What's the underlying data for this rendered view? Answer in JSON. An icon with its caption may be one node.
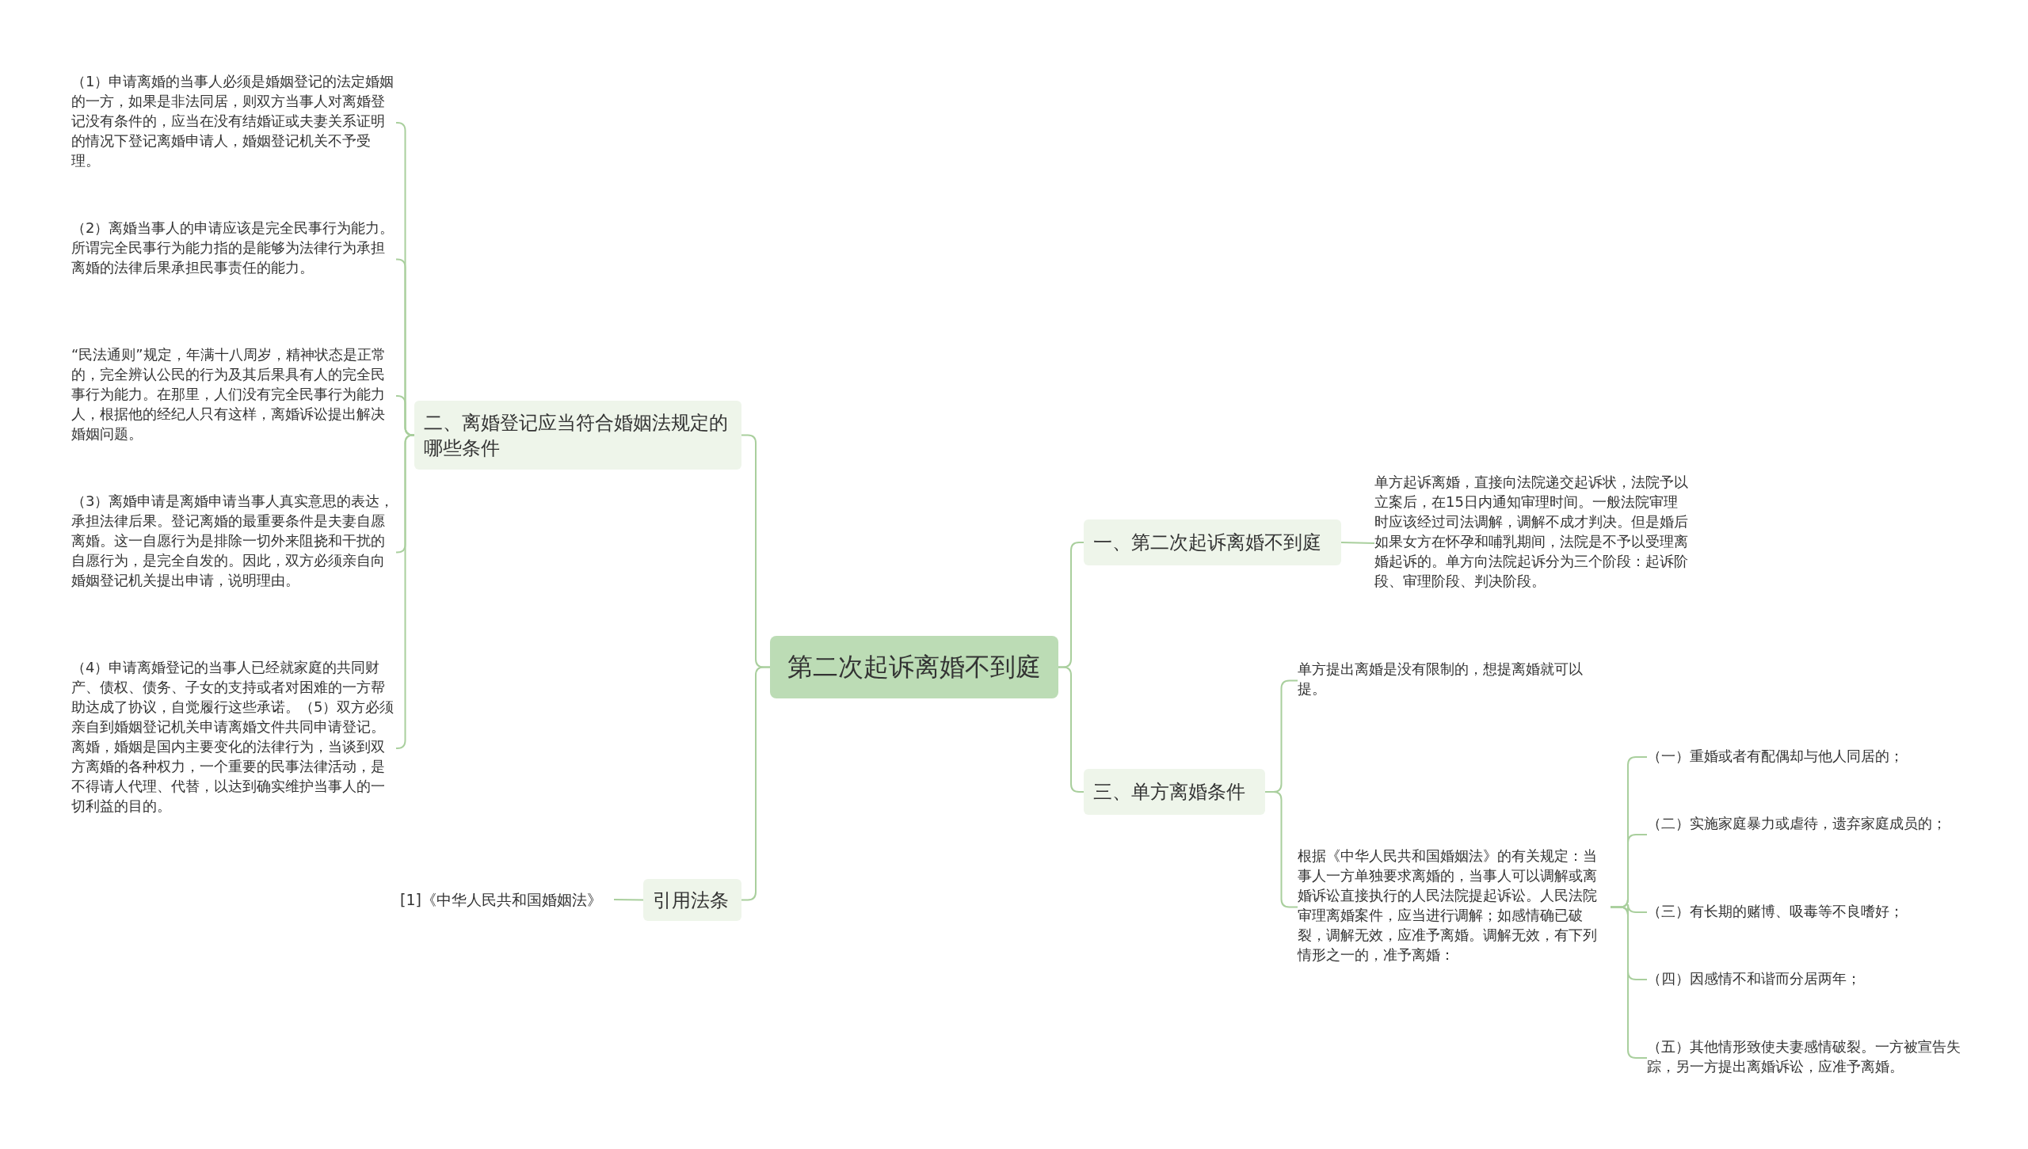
{
  "diagram": {
    "nodes": [
      {
        "text": [
          "第二次起诉离婚不到庭"
        ]
      },
      {
        "text": [
          "二、离婚登记应当符合婚姻法规定的哪些条件"
        ]
      },
      {
        "text": [
          "（1）申请离婚的当事人必须是婚姻登记的法定婚姻的一方，如果是非法同居，则双方当事人对离婚登记没有条件的，应当在没有结婚证或夫妻关系证明的情况下登记离婚申请人，婚姻登记机关不予受理。"
        ]
      },
      {
        "text": [
          "（2）离婚当事人的申请应该是完全民事行为能力。所谓完全民事行为能力指的是能够为法律行为承担离婚的法律后果承担民事责任的能力。"
        ]
      },
      {
        "text": [
          "“民法通则”规定，年满十八周岁，精神状态是正常的，完全辨认公民的行为及其后果具有人的完全民事行为能力。在那里，人们没有完全民事行为能力人，根据他的经纪人只有这样，离婚诉讼提出解决婚姻问题。"
        ]
      },
      {
        "text": [
          "（3）离婚申请是离婚申请当事人真实意思的表达，承担法律后果。登记离婚的最重要条件是夫妻自愿离婚。这一自愿行为是排除一切外来阻挠和干扰的自愿行为，是完全自发的。因此，双方必须亲自向婚姻登记机关提出申请，说明理由。"
        ]
      },
      {
        "text": [
          "（4）申请离婚登记的当事人已经就家庭的共同财产、债权、债务、子女的支持或者对困难的一方帮助达成了协议，自觉履行这些承诺。（5）双方必须亲自到婚姻登记机关申请离婚文件共同申请登记。离婚，婚姻是国内主要变化的法律行为，当谈到双方离婚的各种权力，一个重要的民事法律活动，是不得请人代理、代替，以达到确实维护当事人的一切利益的目的。"
        ]
      },
      {
        "text": [
          "引用法条"
        ]
      },
      {
        "text": [
          "[1]《中华人民共和国婚姻法》"
        ]
      },
      {
        "text": [
          "一、第二次起诉离婚不到庭"
        ]
      },
      {
        "text": [
          "单方起诉离婚，直接向法院递交起诉状，法院予以立案后，在15日内通知审理时间。一般法院审理时应该经过司法调解，调解不成才判决。但是婚后如果女方在怀孕和哺乳期间，法院是不予以受理离婚起诉的。单方向法院起诉分为三个阶段：起诉阶段、审理阶段、判决阶段。"
        ]
      },
      {
        "text": [
          "三、单方离婚条件"
        ]
      },
      {
        "text": [
          "单方提出离婚是没有限制的，想提离婚就可以提。"
        ]
      },
      {
        "text": [
          "根据《中华人民共和国婚姻法》的有关规定：当事人一方单独要求离婚的，当事人可以调解或离婚诉讼直接执行的人民法院提起诉讼。人民法院审理离婚案件，应当进行调解；如感情确已破裂，调解无效，应准予离婚。调解无效，有下列情形之一的，准予离婚："
        ]
      },
      {
        "text": [
          "（一）重婚或者有配偶却与他人同居的；"
        ]
      },
      {
        "text": [
          "（二）实施家庭暴力或虐待，遗弃家庭成员的；"
        ]
      },
      {
        "text": [
          "（三）有长期的赌博、吸毒等不良嗜好；"
        ]
      },
      {
        "text": [
          "（四）因感情不和谐而分居两年；"
        ]
      },
      {
        "text": [
          "（五）其他情形致使夫妻感情破裂。一方被宣告失踪，另一方提出离婚诉讼，应准予离婚。"
        ]
      }
    ],
    "edges": [
      {
        "from": 0,
        "to": 1,
        "arrow": "none"
      },
      {
        "from": 1,
        "to": 2,
        "arrow": "none"
      },
      {
        "from": 1,
        "to": 3,
        "arrow": "none"
      },
      {
        "from": 1,
        "to": 4,
        "arrow": "none"
      },
      {
        "from": 1,
        "to": 5,
        "arrow": "none"
      },
      {
        "from": 1,
        "to": 6,
        "arrow": "none"
      },
      {
        "from": 0,
        "to": 7,
        "arrow": "none"
      },
      {
        "from": 7,
        "to": 8,
        "arrow": "none"
      },
      {
        "from": 0,
        "to": 9,
        "arrow": "none"
      },
      {
        "from": 9,
        "to": 10,
        "arrow": "none"
      },
      {
        "from": 0,
        "to": 11,
        "arrow": "none"
      },
      {
        "from": 11,
        "to": 12,
        "arrow": "none"
      },
      {
        "from": 11,
        "to": 13,
        "arrow": "none"
      },
      {
        "from": 13,
        "to": 14,
        "arrow": "none"
      },
      {
        "from": 13,
        "to": 15,
        "arrow": "none"
      },
      {
        "from": 13,
        "to": 16,
        "arrow": "none"
      },
      {
        "from": 13,
        "to": 17,
        "arrow": "none"
      },
      {
        "from": 13,
        "to": 18,
        "arrow": "none"
      }
    ]
  }
}
